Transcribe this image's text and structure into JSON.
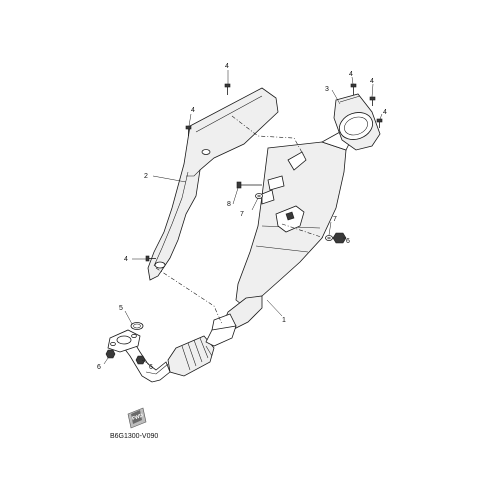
{
  "diagram": {
    "code": "B6G1300-V090",
    "fwd_label": "FWD",
    "callouts": [
      {
        "id": "1",
        "label": "1"
      },
      {
        "id": "2",
        "label": "2"
      },
      {
        "id": "3",
        "label": "3"
      },
      {
        "id": "4a",
        "label": "4"
      },
      {
        "id": "4b",
        "label": "4"
      },
      {
        "id": "4c",
        "label": "4"
      },
      {
        "id": "4d",
        "label": "4"
      },
      {
        "id": "4e",
        "label": "4"
      },
      {
        "id": "4f",
        "label": "4"
      },
      {
        "id": "5",
        "label": "5"
      },
      {
        "id": "6a",
        "label": "6"
      },
      {
        "id": "6b",
        "label": "6"
      },
      {
        "id": "6c",
        "label": "6"
      },
      {
        "id": "7a",
        "label": "7"
      },
      {
        "id": "7b",
        "label": "7"
      },
      {
        "id": "8",
        "label": "8"
      }
    ]
  }
}
